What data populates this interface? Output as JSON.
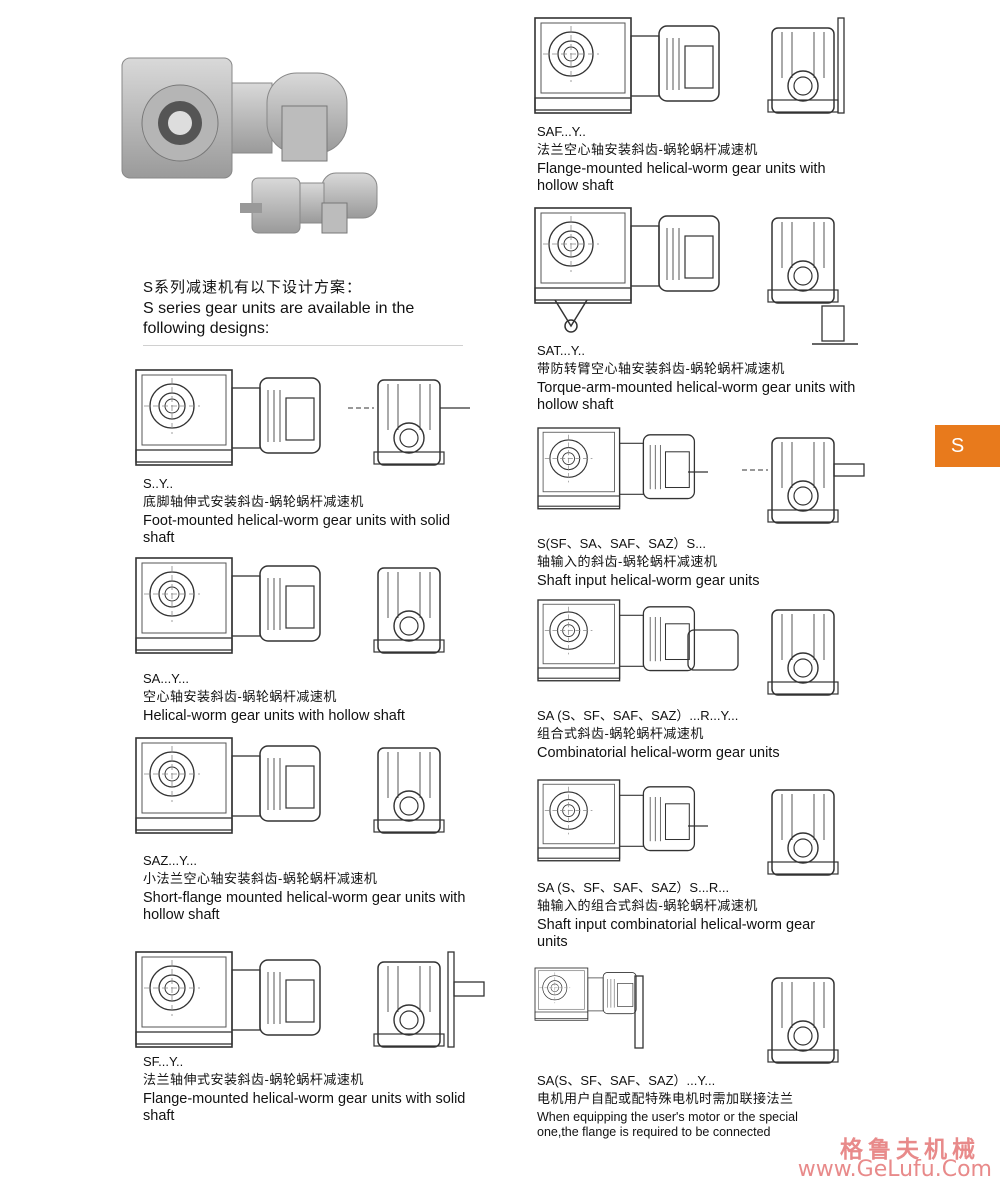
{
  "intro": {
    "title_zh": "S系列减速机有以下设计方案：",
    "title_en": "S series gear units are available in the following designs:"
  },
  "side_tab": {
    "label": "S"
  },
  "designs": [
    {
      "code": "S..Y..",
      "zh": "底脚轴伸式安装斜齿-蜗轮蜗杆减速机",
      "en": "Foot-mounted helical-worm gear units with solid shaft"
    },
    {
      "code": "SA...Y...",
      "zh": "空心轴安装斜齿-蜗轮蜗杆减速机",
      "en": "Helical-worm gear units with hollow shaft"
    },
    {
      "code": "SAZ...Y...",
      "zh": "小法兰空心轴安装斜齿-蜗轮蜗杆减速机",
      "en": "Short-flange mounted helical-worm gear units with hollow shaft"
    },
    {
      "code": "SF...Y..",
      "zh": "法兰轴伸式安装斜齿-蜗轮蜗杆减速机",
      "en": "Flange-mounted helical-worm gear units with solid shaft"
    },
    {
      "code": "SAF...Y..",
      "zh": "法兰空心轴安装斜齿-蜗轮蜗杆减速机",
      "en": "Flange-mounted helical-worm gear units with hollow shaft"
    },
    {
      "code": "SAT...Y..",
      "zh": "带防转臂空心轴安装斜齿-蜗轮蜗杆减速机",
      "en": "Torque-arm-mounted helical-worm gear units with hollow shaft"
    },
    {
      "code": "S(SF、SA、SAF、SAZ）S...",
      "zh": "轴输入的斜齿-蜗轮蜗杆减速机",
      "en": "Shaft input helical-worm gear units"
    },
    {
      "code": "SA (S、SF、SAF、SAZ）...R...Y...",
      "zh": "组合式斜齿-蜗轮蜗杆减速机",
      "en": "Combinatorial helical-worm gear units"
    },
    {
      "code": "SA (S、SF、SAF、SAZ）S...R...",
      "zh": "轴输入的组合式斜齿-蜗轮蜗杆减速机",
      "en": "Shaft input combinatorial helical-worm gear units"
    },
    {
      "code": "SA(S、SF、SAF、SAZ）...Y...",
      "zh": "电机用户自配或配特殊电机时需加联接法兰",
      "en": "When equipping the user's motor or the special one,the flange is required to be connected"
    }
  ],
  "watermark": {
    "zh": "格鲁夫机械",
    "en": "www.GeLufu.Com"
  }
}
